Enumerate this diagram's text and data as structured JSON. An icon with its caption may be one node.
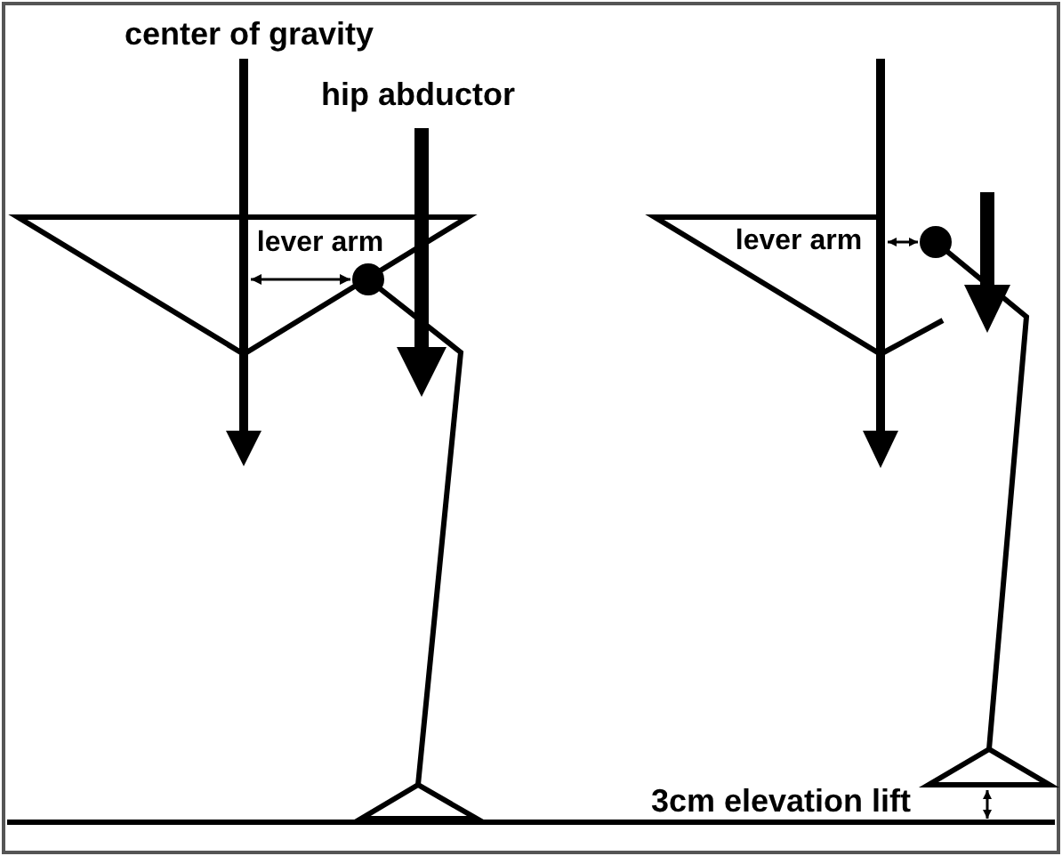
{
  "diagram": {
    "labels": [
      "center of gravity",
      "hip abductor",
      "lever arm",
      "lever arm",
      "3cm elevation lift"
    ]
  }
}
